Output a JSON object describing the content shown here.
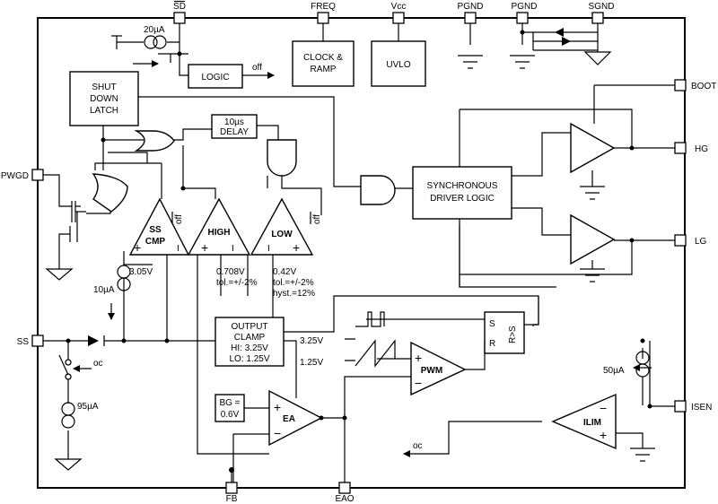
{
  "pins": {
    "sd": "SD",
    "freq": "FREQ",
    "vcc": "Vcc",
    "pgnd1": "PGND",
    "pgnd2": "PGND",
    "sgnd": "SGND",
    "boot": "BOOT",
    "hg": "HG",
    "lg": "LG",
    "isen": "ISEN",
    "pwgd": "PWGD",
    "ss": "SS",
    "fb": "FB",
    "eao": "EAO"
  },
  "blocks": {
    "logic": "LOGIC",
    "clock": [
      "CLOCK &",
      "RAMP"
    ],
    "uvlo": "UVLO",
    "shutdown": [
      "SHUT",
      "DOWN",
      "LATCH"
    ],
    "delay": [
      "10µs",
      "DELAY"
    ],
    "sync": [
      "SYNCHRONOUS",
      "DRIVER LOGIC"
    ],
    "clamp": [
      "OUTPUT",
      "CLAMP",
      "HI: 3.25V",
      "LO: 1.25V"
    ],
    "bg": [
      "BG =",
      "0.6V"
    ],
    "sr": {
      "s": "S",
      "r": "R",
      "mid": "R>S"
    }
  },
  "amps": {
    "ss": [
      "SS",
      "CMP"
    ],
    "high": "HIGH",
    "low": "LOW",
    "ea": "EA",
    "pwm": "PWM",
    "ilim": "ILIM"
  },
  "labels": {
    "src20": "20µA",
    "off1": "off",
    "off2": "off",
    "off3": "off",
    "v305": "3.05V",
    "high1": "0.708V",
    "high2": "tol.=+/-2%",
    "low1": "0.42V",
    "low2": "tol.=+/-2%",
    "low3": "hyst.=12%",
    "src10": "10µA",
    "src95": "95µA",
    "src50": "50µA",
    "oc1": "oc",
    "oc2": "oc",
    "v325": "3.25V",
    "v125": "1.25V",
    "plus": "+",
    "minus": "−",
    "bar": "I"
  }
}
